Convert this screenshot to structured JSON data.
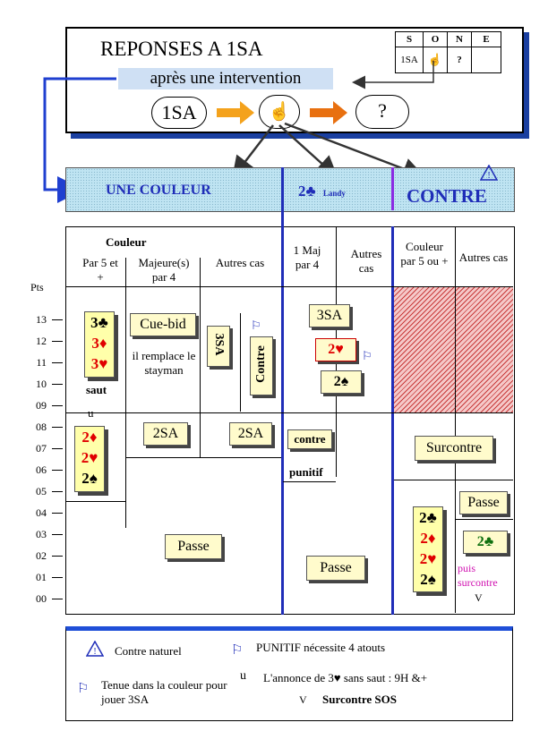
{
  "header": {
    "title": "REPONSES A 1SA",
    "subtitle": "après une intervention",
    "seq": [
      "1SA",
      "?"
    ],
    "sone": {
      "cols": [
        "S",
        "O",
        "N",
        "E"
      ],
      "row": [
        "1SA",
        "",
        "?",
        ""
      ]
    }
  },
  "categories": {
    "couleur": "UNE COULEUR",
    "landy": "2♣",
    "landy_label": "Landy",
    "contre": "CONTRE"
  },
  "columns": {
    "couleur_group": "Couleur",
    "par5": "Par 5 et +",
    "majeure": "Majeure(s) par 4",
    "autres1": "Autres cas",
    "maj1": "1 Maj par 4",
    "autres2": "Autres cas",
    "couleur5": "Couleur par 5 ou +",
    "autres3": "Autres cas"
  },
  "axis": {
    "label": "Pts",
    "ticks": [
      "13",
      "12",
      "11",
      "10",
      "09",
      "08",
      "07",
      "06",
      "05",
      "04",
      "03",
      "02",
      "01",
      "00"
    ]
  },
  "cells": {
    "stack_hi": [
      "3♣",
      "3♦",
      "3♥"
    ],
    "saut": "saut",
    "u_mark": "u",
    "stack_lo": [
      "2♦",
      "2♥",
      "2♠"
    ],
    "cuebid": "Cue-bid",
    "cuebid_note": "il remplace le stayman",
    "bid_3sa_vertical": "3SA",
    "contre_vertical": "Contre",
    "sa2_a": "2SA",
    "sa2_b": "2SA",
    "passe_main": "Passe",
    "sa3": "3SA",
    "h2": "2♥",
    "s2": "2♠",
    "contre_punitif": "contre",
    "punitif": "punitif",
    "passe_mid": "Passe",
    "surcontre": "Surcontre",
    "passe_right": "Passe",
    "stack_right": [
      "2♣",
      "2♦",
      "2♥",
      "2♠"
    ],
    "c2": "2♣",
    "puis_surcontre": "puis surcontre",
    "v_mark": "V"
  },
  "legend": {
    "contre_naturel": "Contre naturel",
    "punitif": "PUNITIF nécessite 4 atouts",
    "tenue": "Tenue dans la couleur pour jouer 3SA",
    "u_sym": "u",
    "annonce": "L'annonce de 3♥ sans saut : 9H &+",
    "v_sym": "V",
    "sos": "Surcontre SOS"
  }
}
